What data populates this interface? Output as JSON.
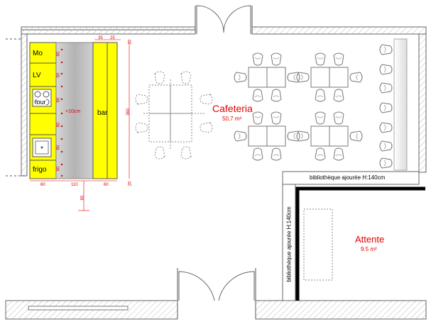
{
  "rooms": {
    "cafeteria": {
      "name": "Cafeteria",
      "area": "50,7 m²"
    },
    "attente": {
      "name": "Attente",
      "area": "9.5 m²"
    }
  },
  "bookcases": {
    "top": "bibliothèque ajourée H:140cm",
    "side": "bibliothèque ajourée H:140cm"
  },
  "kitchen": {
    "modules": [
      "Mo",
      "LV",
      "four",
      "frigo"
    ],
    "bar_label": "bar",
    "floor_note": "+10cm"
  },
  "dimensions": {
    "top": [
      "35",
      "25"
    ],
    "bottom": [
      "60",
      "110",
      "60"
    ],
    "right_top": "20",
    "right_mid": "360",
    "right_bottom": "20",
    "left_column": [
      "60",
      "60",
      "60",
      "60",
      "60",
      "60"
    ],
    "below": "60"
  },
  "colors": {
    "kitchen": "#ffff00",
    "bar": "#ffff00",
    "floor": "#b9b9b9",
    "wall": "#000000",
    "accent": "#e00000"
  }
}
